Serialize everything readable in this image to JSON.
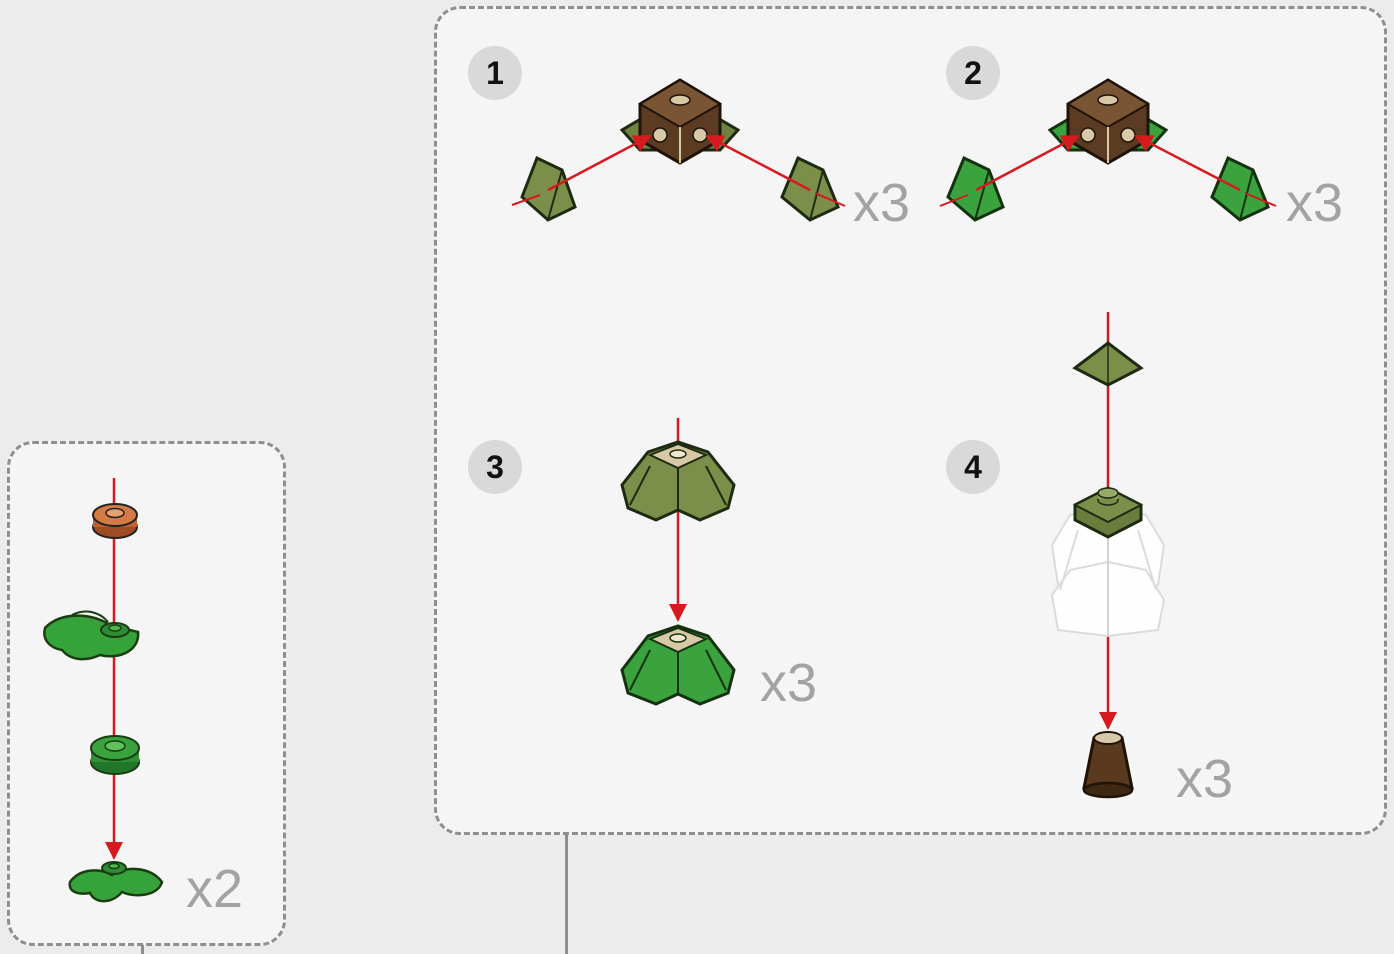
{
  "steps": [
    {
      "number": "1",
      "quantity": "x3"
    },
    {
      "number": "2",
      "quantity": "x3"
    },
    {
      "number": "3",
      "quantity": "x3"
    },
    {
      "number": "4",
      "quantity": "x3"
    }
  ],
  "side_assembly": {
    "quantity": "x2"
  },
  "colors": {
    "olive": "#7c8f4a",
    "olive_dark": "#5d6e35",
    "green": "#3aa33e",
    "green_dark": "#1f7a28",
    "tan": "#d7c8a6",
    "brown": "#5a3a1e",
    "orange": "#b45a2a",
    "arrow": "#d71920"
  }
}
